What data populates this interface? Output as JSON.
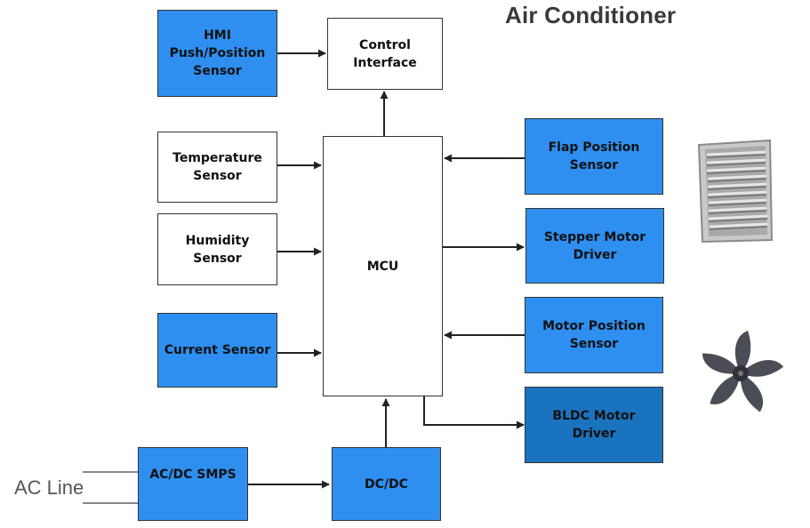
{
  "title": "Air Conditioner",
  "ac_line_label": "AC Line",
  "blocks": {
    "hmi": "HMI\nPush/Position\nSensor",
    "control_interface": "Control\nInterface",
    "temperature": "Temperature\nSensor",
    "humidity": "Humidity\nSensor",
    "current": "Current Sensor",
    "mcu": "MCU",
    "flap_position": "Flap Position\nSensor",
    "stepper_driver": "Stepper Motor\nDriver",
    "motor_position": "Motor Position\nSensor",
    "bldc_driver": "BLDC Motor\nDriver",
    "acdc_smps": "AC/DC SMPS",
    "dcdc": "DC/DC"
  },
  "illustrations": [
    "louver-flap-icon",
    "fan-blade-icon"
  ],
  "colors": {
    "block_blue": "#2e8ff0",
    "block_dark_blue": "#1a73bf",
    "line": "#222222"
  }
}
